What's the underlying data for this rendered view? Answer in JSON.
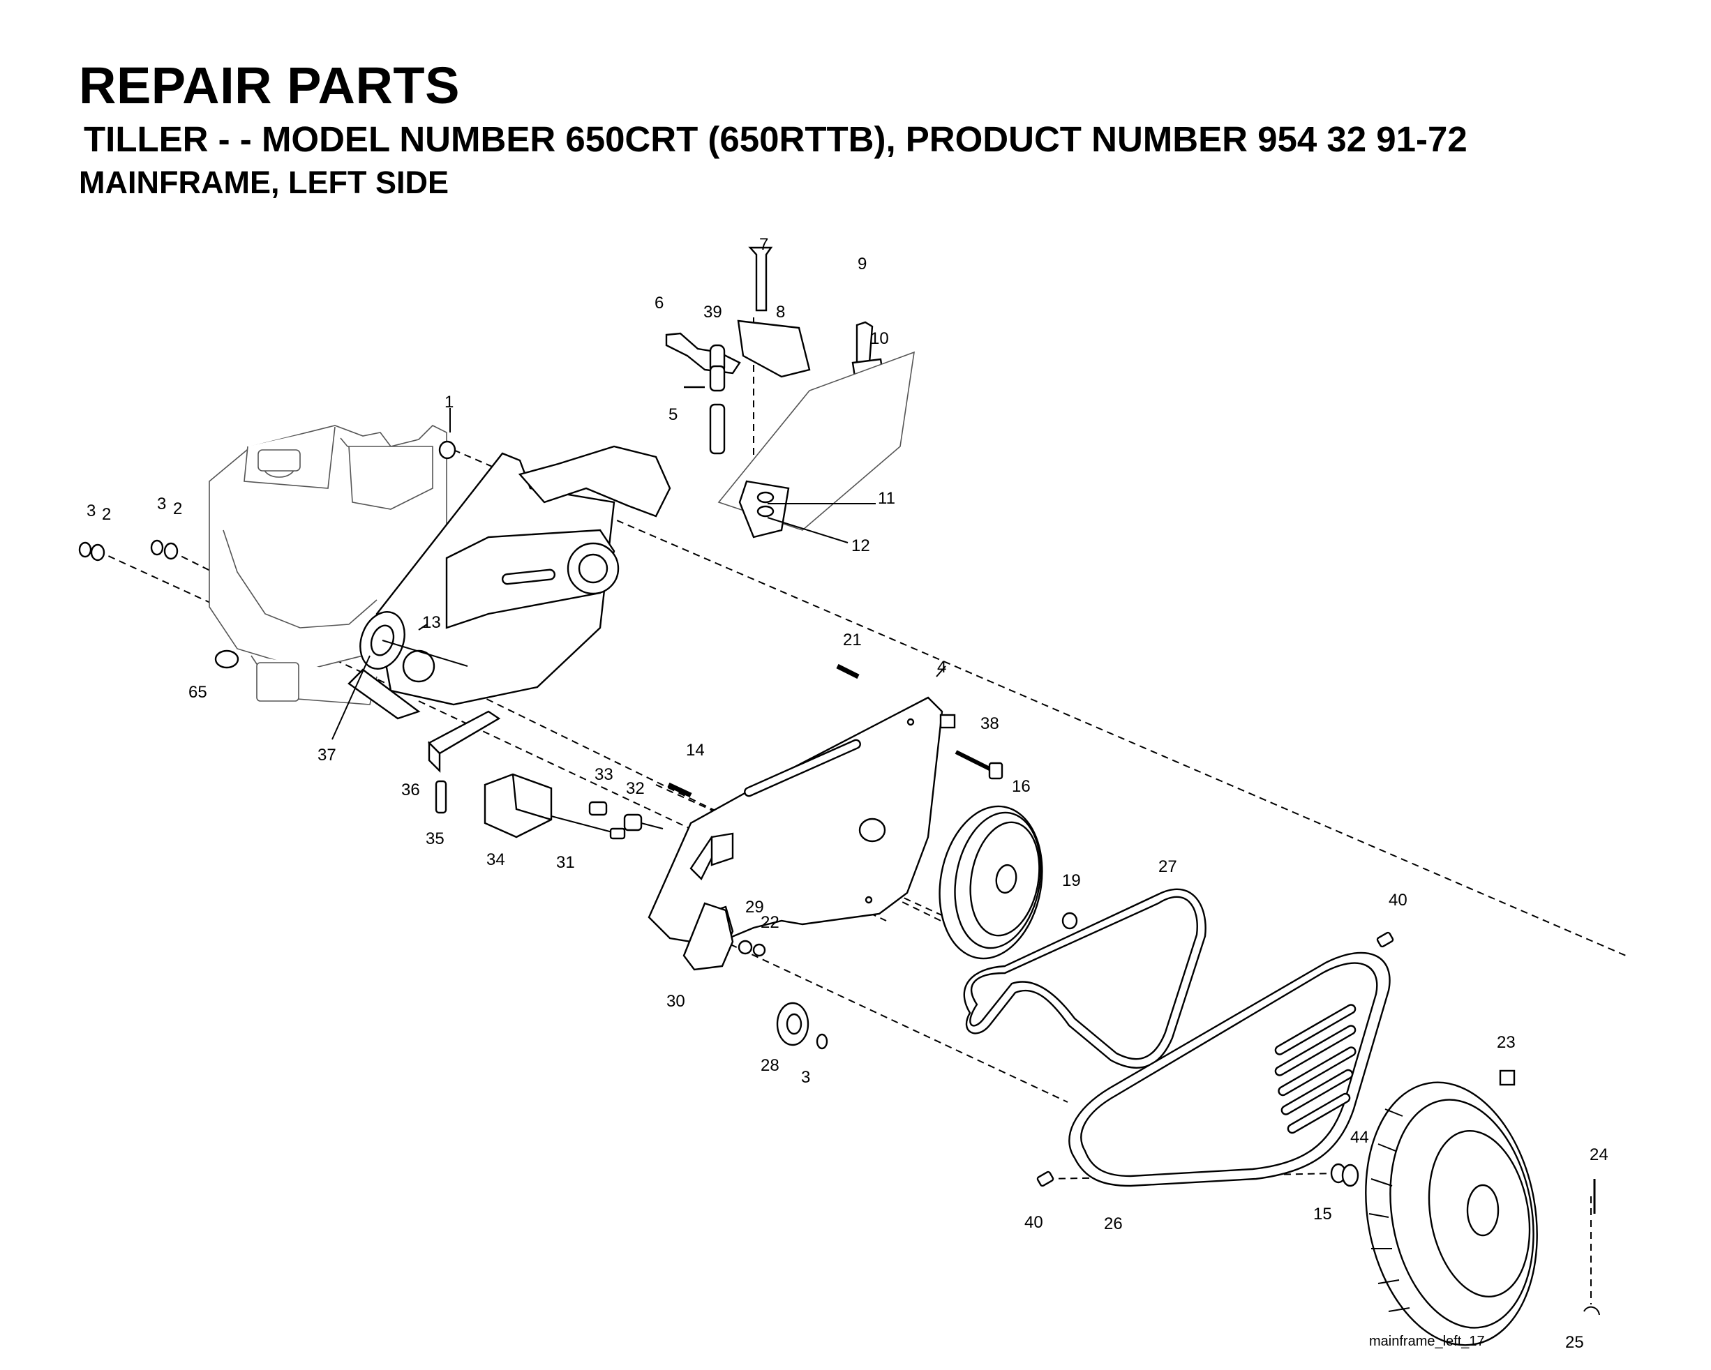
{
  "header": {
    "title": "REPAIR PARTS",
    "subtitle": "TILLER - - MODEL NUMBER 650CRT (650RTTB), PRODUCT NUMBER 954 32 91-72",
    "section": "MAINFRAME, LEFT SIDE"
  },
  "callouts": [
    "1",
    "2",
    "3",
    "3",
    "2",
    "4",
    "5",
    "6",
    "7",
    "8",
    "9",
    "10",
    "11",
    "12",
    "13",
    "14",
    "15",
    "16",
    "19",
    "21",
    "22",
    "23",
    "24",
    "25",
    "26",
    "27",
    "28",
    "3",
    "29",
    "30",
    "31",
    "32",
    "33",
    "34",
    "35",
    "36",
    "37",
    "38",
    "39",
    "40",
    "40",
    "44",
    "65"
  ],
  "footer": {
    "filename": "mainframe_left_17"
  }
}
